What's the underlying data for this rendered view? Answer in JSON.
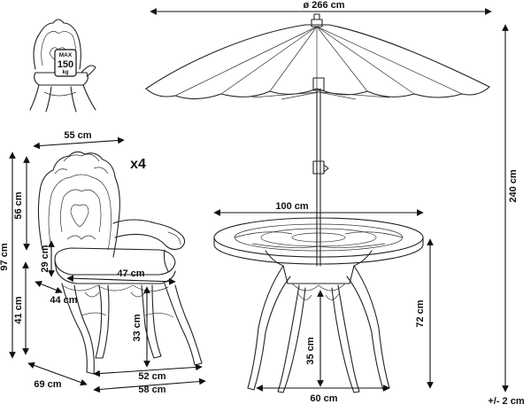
{
  "dimensions": {
    "umbrella_diameter": "ø 266 cm",
    "umbrella_height": "240 cm",
    "tolerance": "+/- 2 cm",
    "table_diameter": "100 cm",
    "table_height": "72 cm",
    "table_leg_height": "35 cm",
    "table_base_width": "60 cm",
    "chair_top_width": "55 cm",
    "chair_back_height": "56 cm",
    "chair_total_height": "97 cm",
    "chair_seat_height": "41 cm",
    "chair_armrest_height": "29 cm",
    "chair_seat_width": "47 cm",
    "chair_seat_depth": "44 cm",
    "chair_under_seat_height": "33 cm",
    "chair_front_width": "52 cm",
    "chair_base_width": "58 cm",
    "chair_depth": "69 cm"
  },
  "quantity": "x4",
  "max_load": {
    "label": "MAX",
    "value": "150",
    "unit": "kg"
  }
}
